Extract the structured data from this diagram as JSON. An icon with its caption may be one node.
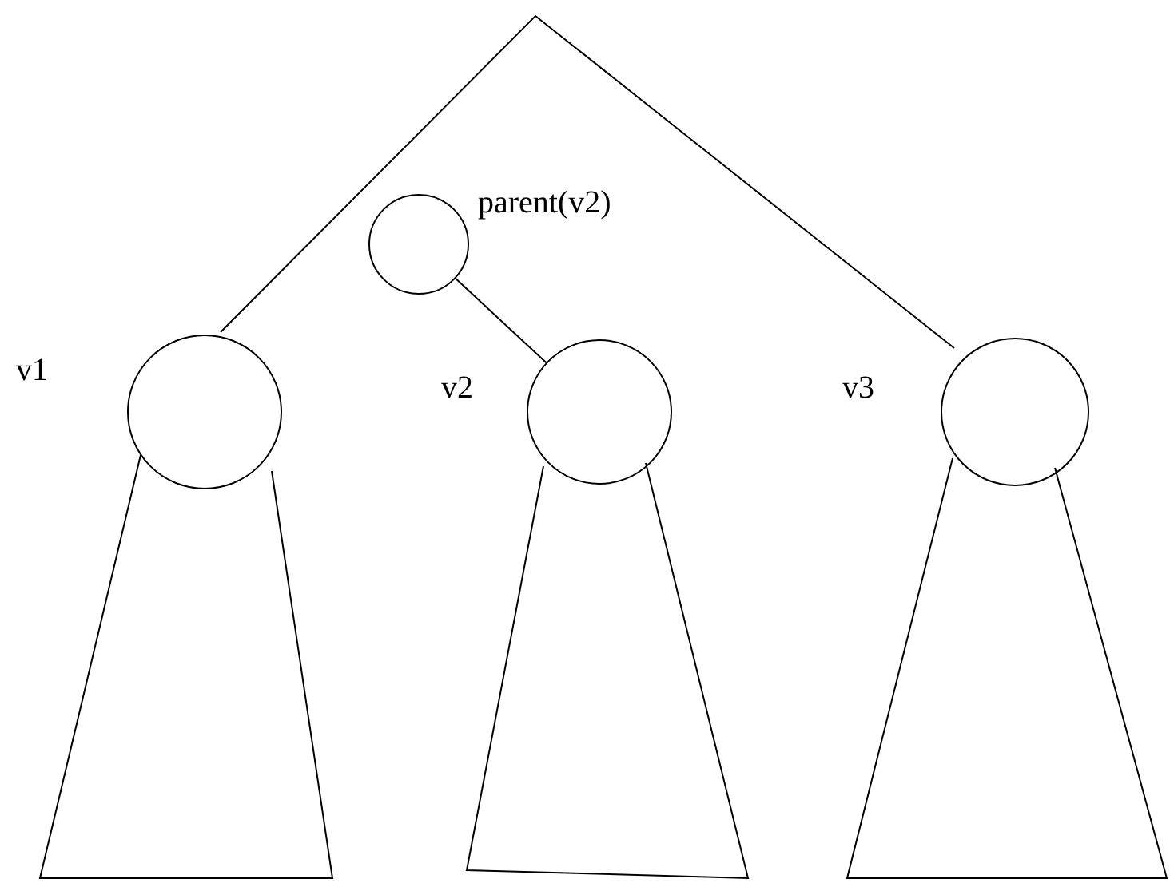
{
  "diagram": {
    "nodes": [
      {
        "text": [],
        "shape": "circle",
        "beside": [
          "parent(v2)"
        ]
      },
      {
        "text": [],
        "shape": "circle",
        "beside": [
          "v1"
        ]
      },
      {
        "text": [],
        "shape": "circle",
        "beside": [
          "v2"
        ]
      },
      {
        "text": [],
        "shape": "circle",
        "beside": [
          "v3"
        ]
      },
      {
        "text": [],
        "shape": "triangle"
      },
      {
        "text": [],
        "shape": "triangle"
      },
      {
        "text": [],
        "shape": "triangle"
      }
    ],
    "edges": [
      {
        "from": 0,
        "to": 2,
        "arrow": "none"
      }
    ]
  }
}
